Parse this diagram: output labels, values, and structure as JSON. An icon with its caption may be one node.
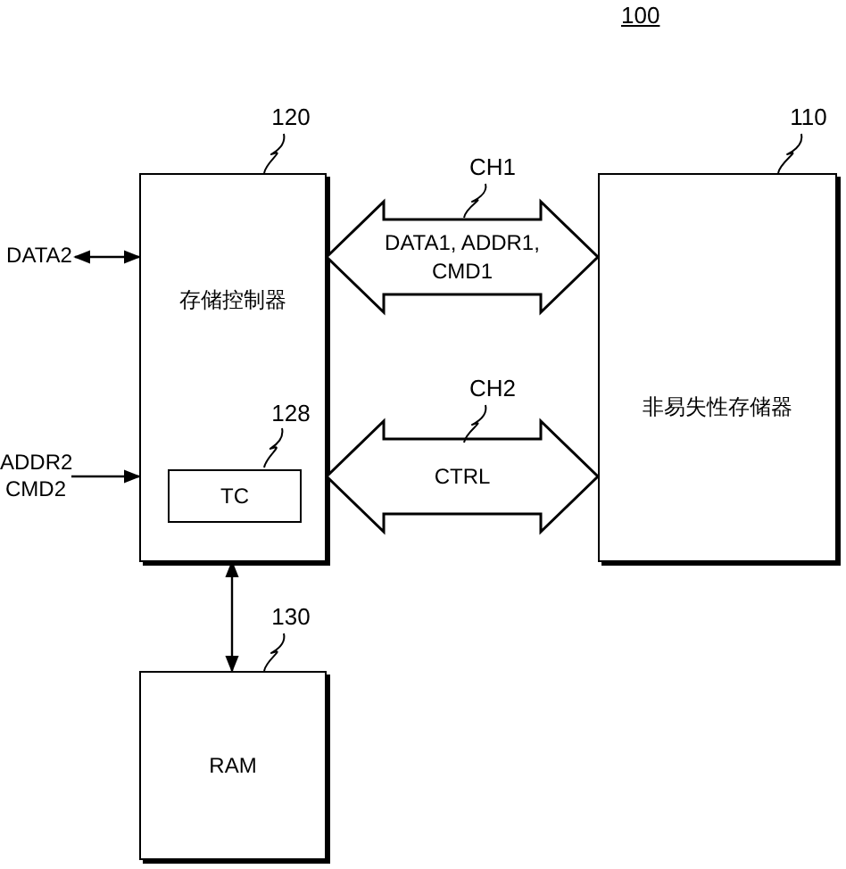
{
  "diagram": {
    "nodes": [
      {
        "text": [
          "存储控制器"
        ]
      },
      {
        "text": [
          "TC"
        ],
        "in": 0
      },
      {
        "text": [
          "非易失性存储器"
        ]
      },
      {
        "text": [
          "RAM"
        ]
      },
      {
        "text": [
          "DATA2"
        ]
      },
      {
        "text": [
          "ADDR2 CMD2"
        ]
      },
      {
        "text": [
          "120"
        ]
      },
      {
        "text": [
          "128"
        ],
        "in": 0
      },
      {
        "text": [
          "110"
        ]
      },
      {
        "text": [
          "130"
        ]
      },
      {
        "text": [
          "CH1"
        ]
      },
      {
        "text": [
          "CH2"
        ]
      }
    ],
    "edges": [
      {
        "from": 0,
        "to": 2,
        "arrow": "both",
        "label": "DATA1, ADDR1, CMD1",
        "style": "thick"
      },
      {
        "from": 0,
        "to": 2,
        "arrow": "both",
        "label": "CTRL",
        "style": "thick"
      },
      {
        "from": 4,
        "to": 0,
        "arrow": "both"
      },
      {
        "from": 5,
        "to": 0,
        "arrow": "to"
      },
      {
        "from": 0,
        "to": 3,
        "arrow": "both"
      },
      {
        "from": 6,
        "to": 0,
        "arrow": "none"
      },
      {
        "from": 7,
        "to": 1,
        "arrow": "none"
      },
      {
        "from": 8,
        "to": 2,
        "arrow": "none"
      },
      {
        "from": 9,
        "to": 3,
        "arrow": "none"
      },
      {
        "from": 10,
        "to": null,
        "arrow": "none"
      },
      {
        "from": 11,
        "to": null,
        "arrow": "none"
      }
    ],
    "labels": [
      "100"
    ]
  }
}
